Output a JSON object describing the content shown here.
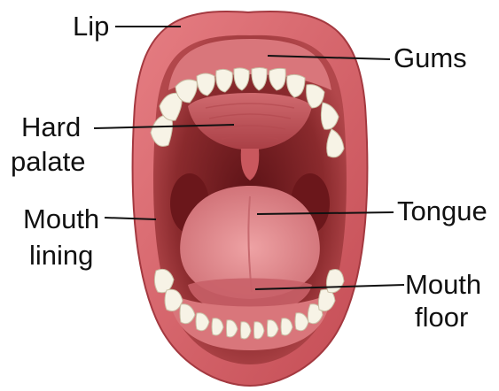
{
  "diagram": {
    "labels": {
      "lip": "Lip",
      "gums": "Gums",
      "hard_palate_1": "Hard",
      "hard_palate_2": "palate",
      "mouth_lining_1": "Mouth",
      "mouth_lining_2": "lining",
      "tongue": "Tongue",
      "mouth_floor_1": "Mouth",
      "mouth_floor_2": "floor"
    },
    "colors": {
      "lip": "#d9646a",
      "lip_dark": "#b9424a",
      "mouth_cavity": "#7a1f22",
      "palate": "#c4555a",
      "tongue": "#e0888c",
      "teeth": "#f7f3e6",
      "gums": "#d8767b",
      "label_text": "#111111",
      "leader_line": "#111111"
    }
  }
}
